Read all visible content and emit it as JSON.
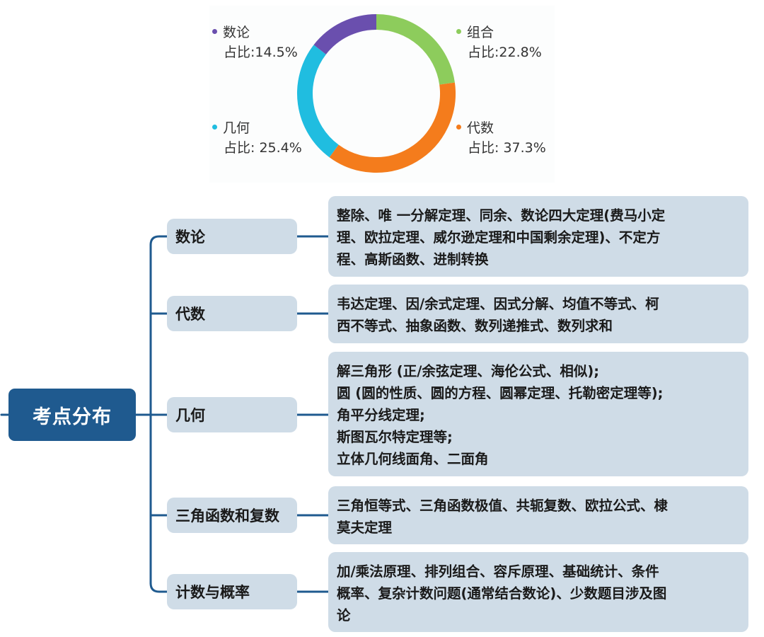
{
  "chart_data": {
    "type": "pie",
    "style": "donut",
    "slices": [
      {
        "name": "数论",
        "label": "占比:14.5%",
        "value": 14.5,
        "color": "#6a4fae"
      },
      {
        "name": "组合",
        "label": "占比:22.8%",
        "value": 22.8,
        "color": "#8dcc5c"
      },
      {
        "name": "几何",
        "label": "占比: 25.4%",
        "value": 25.4,
        "color": "#20bde0"
      },
      {
        "name": "代数",
        "label": "占比: 37.3%",
        "value": 37.3,
        "color": "#f47c1c"
      }
    ],
    "order_clockwise_from_top": [
      "组合",
      "代数",
      "几何",
      "数论"
    ]
  },
  "mindmap": {
    "root": "考点分布",
    "branches": [
      {
        "label": "数论",
        "detail": "整除、唯 一分解定理、同余、数论四大定理(费马小定\n理、欧拉定理、威尔逊定理和中国剩余定理)、不定方\n程、高斯函数、进制转换"
      },
      {
        "label": "代数",
        "detail": "韦达定理、因/余式定理、因式分解、均值不等式、柯\n西不等式、抽象函数、数列递推式、数列求和"
      },
      {
        "label": "几何",
        "detail": "解三角形 (正/余弦定理、海伦公式、相似);\n圆 (圆的性质、圆的方程、圆幂定理、托勒密定理等);\n角平分线定理;\n斯图瓦尔特定理等;\n立体几何线面角、二面角"
      },
      {
        "label": "三角函数和复数",
        "detail": "三角恒等式、三角函数极值、共轭复数、欧拉公式、棣\n莫夫定理"
      },
      {
        "label": "计数与概率",
        "detail": "加/乘法原理、排列组合、容斥原理、基础统计、条件\n概率、复杂计数问题(通常结合数论)、少数题目涉及图\n论"
      }
    ],
    "colors": {
      "root_bg": "#1f5a8f",
      "node_bg": "#cfdce7",
      "line": "#1f5a8f"
    }
  }
}
